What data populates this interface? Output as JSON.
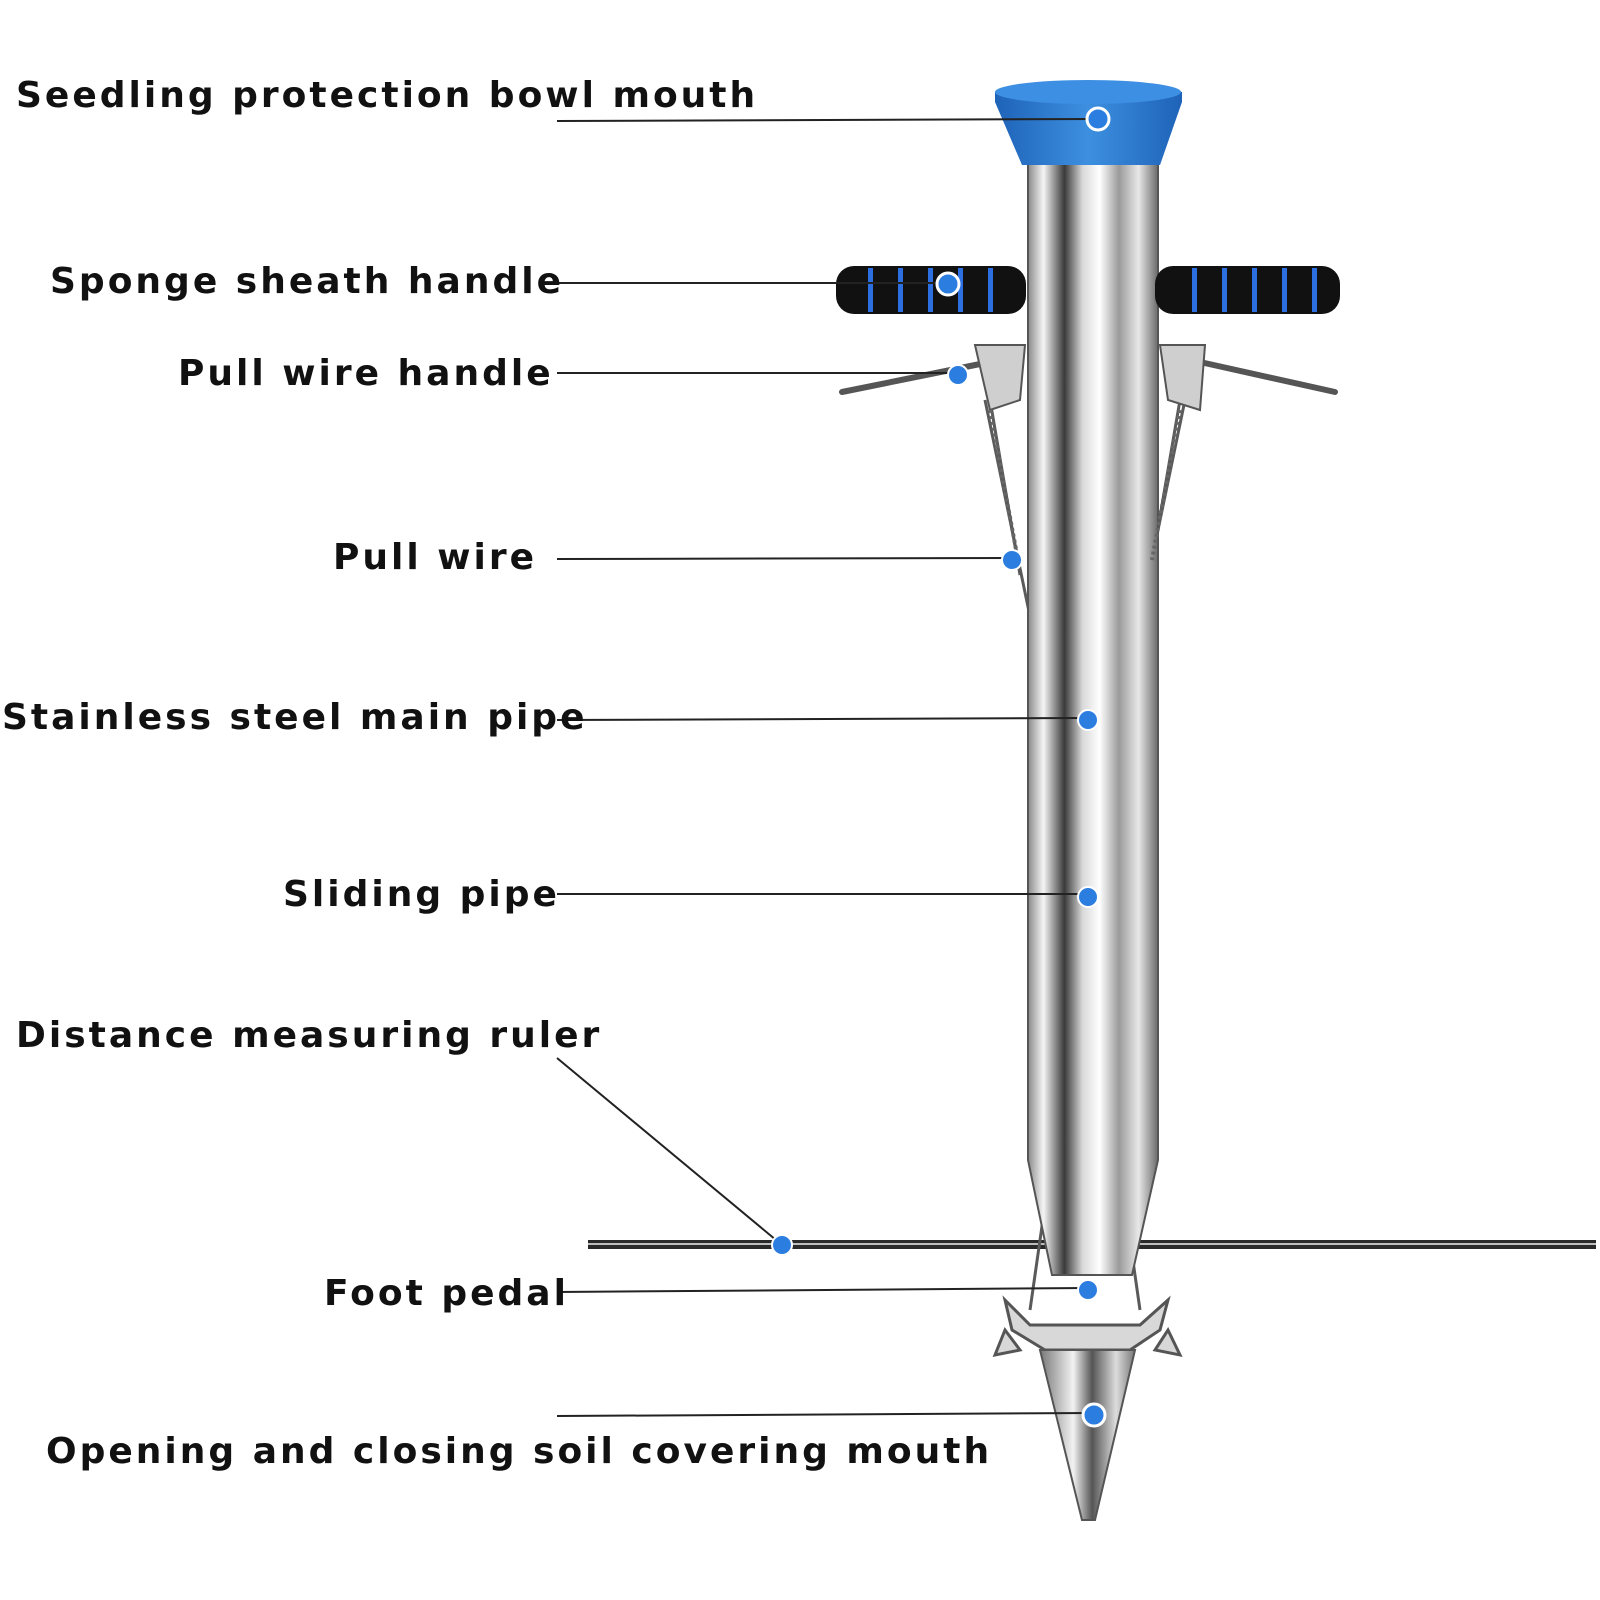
{
  "labels": {
    "bowl_mouth": "Seedling protection bowl mouth",
    "sponge_handle": "Sponge sheath handle",
    "pull_wire_handle": "Pull wire handle",
    "pull_wire": "Pull wire",
    "main_pipe": "Stainless steel main pipe",
    "sliding_pipe": "Sliding pipe",
    "ruler": "Distance measuring ruler",
    "foot_pedal": "Foot pedal",
    "soil_mouth": "Opening and closing soil covering mouth"
  },
  "colors": {
    "accent": "#2b7de0",
    "bowl": "#2f7fd3",
    "grip": "#111111",
    "grip_stripe": "#2b6fe0",
    "steel_dark": "#4a4a4a",
    "steel_light": "#f2f2f2",
    "leader": "#222222"
  }
}
